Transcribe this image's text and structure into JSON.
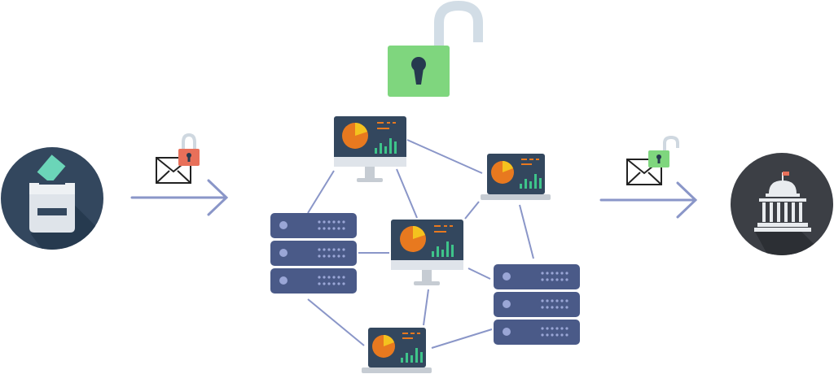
{
  "diagram": {
    "sender": {
      "icon": "ballot-box-icon"
    },
    "outgoing": {
      "envelope_icon": "envelope-icon",
      "lock_icon": "padlock-locked-icon",
      "lock_color": "#e8705a"
    },
    "network": {
      "main_lock": {
        "icon": "padlock-unlocked-icon",
        "color": "#7fd67e"
      },
      "nodes": [
        {
          "name": "monitor-node-top",
          "icon": "monitor-icon"
        },
        {
          "name": "laptop-node-right",
          "icon": "laptop-icon"
        },
        {
          "name": "server-stack-left",
          "icon": "server-stack-icon"
        },
        {
          "name": "monitor-node-center",
          "icon": "monitor-icon"
        },
        {
          "name": "server-stack-right",
          "icon": "server-stack-icon"
        },
        {
          "name": "laptop-node-bottom",
          "icon": "laptop-icon"
        }
      ],
      "link_color": "#8a96c8"
    },
    "incoming": {
      "envelope_icon": "envelope-icon",
      "lock_icon": "padlock-unlocked-icon",
      "lock_color": "#7fd67e"
    },
    "receiver": {
      "icon": "government-building-icon"
    },
    "arrow_color": "#8a96c8"
  }
}
